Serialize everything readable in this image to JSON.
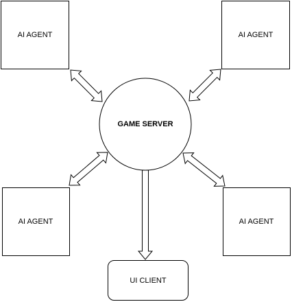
{
  "diagram": {
    "nodes": {
      "agent_top_left": "AI AGENT",
      "agent_top_right": "AI AGENT",
      "agent_bottom_left": "AI AGENT",
      "agent_bottom_right": "AI AGENT",
      "game_server": "GAME SERVER",
      "ui_client": "UI CLIENT"
    },
    "edges": [
      {
        "from": "agent_top_left",
        "to": "game_server",
        "direction": "both"
      },
      {
        "from": "agent_top_right",
        "to": "game_server",
        "direction": "both"
      },
      {
        "from": "agent_bottom_left",
        "to": "game_server",
        "direction": "both"
      },
      {
        "from": "agent_bottom_right",
        "to": "game_server",
        "direction": "both"
      },
      {
        "from": "game_server",
        "to": "ui_client",
        "direction": "forward"
      }
    ],
    "colors": {
      "stroke": "#000000",
      "fill": "#ffffff"
    }
  }
}
